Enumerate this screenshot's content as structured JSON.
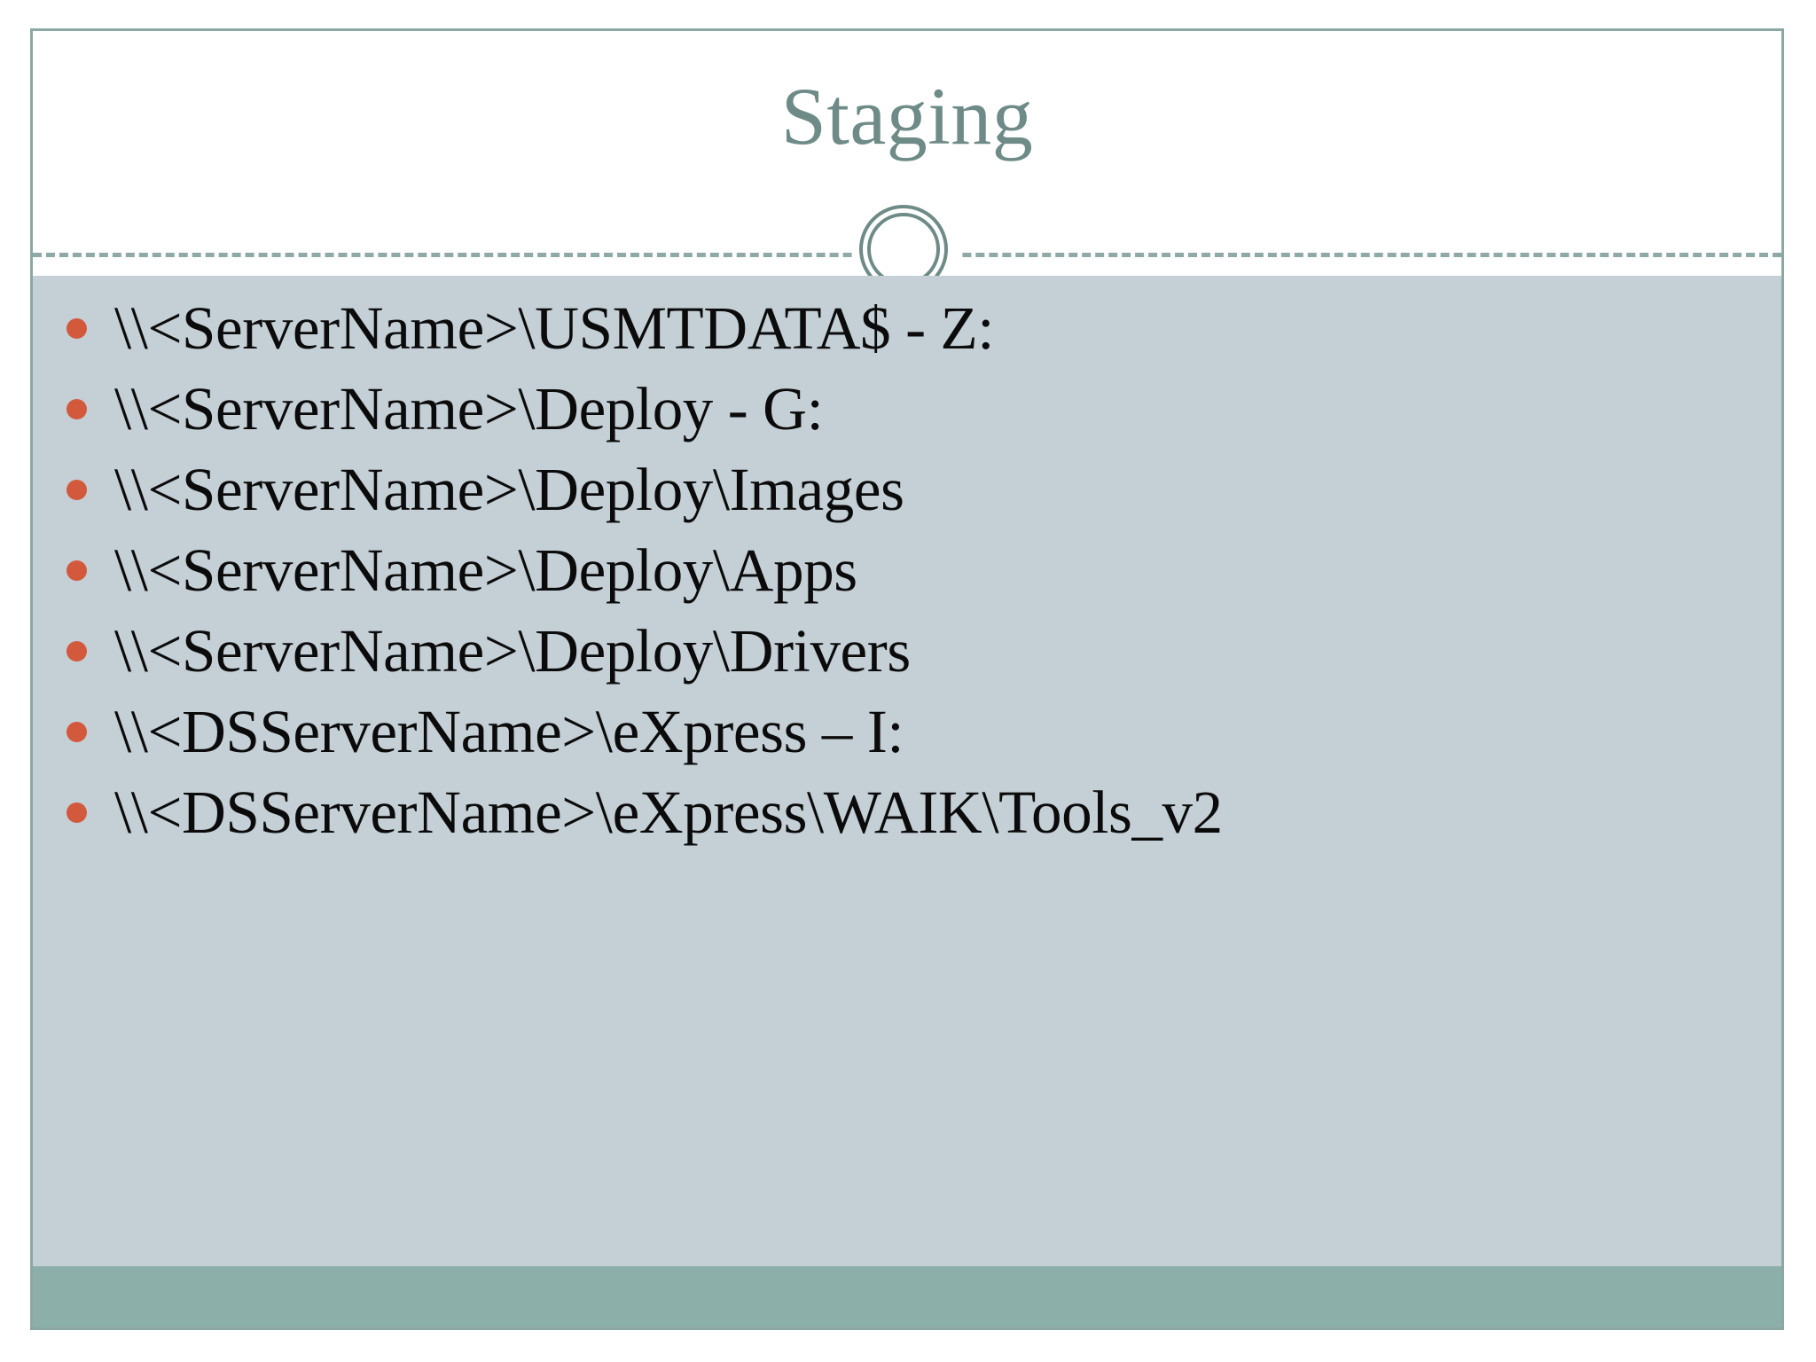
{
  "slide": {
    "title": "Staging",
    "bullets": [
      {
        "text": "\\\\<ServerName>\\USMTDATA$ - Z:"
      },
      {
        "text": "\\\\<ServerName>\\Deploy - G:"
      },
      {
        "text": "\\\\<ServerName>\\Deploy\\Images"
      },
      {
        "text": "\\\\<ServerName>\\Deploy\\Apps"
      },
      {
        "text": "\\\\<ServerName>\\Deploy\\Drivers"
      },
      {
        "text": "\\\\<DSServerName>\\eXpress – I:"
      },
      {
        "text": "\\\\<DSServerName>\\eXpress\\WAIK\\Tools_v2"
      }
    ],
    "colors": {
      "title": "#6E8B87",
      "body_background": "#C4CFD6",
      "footer_bar": "#8CAFAA",
      "bullet_marker": "#D2593C",
      "divider": "#8FAAA6",
      "slide_border": "#8CA8A4",
      "body_text": "#0B0B0B"
    }
  }
}
